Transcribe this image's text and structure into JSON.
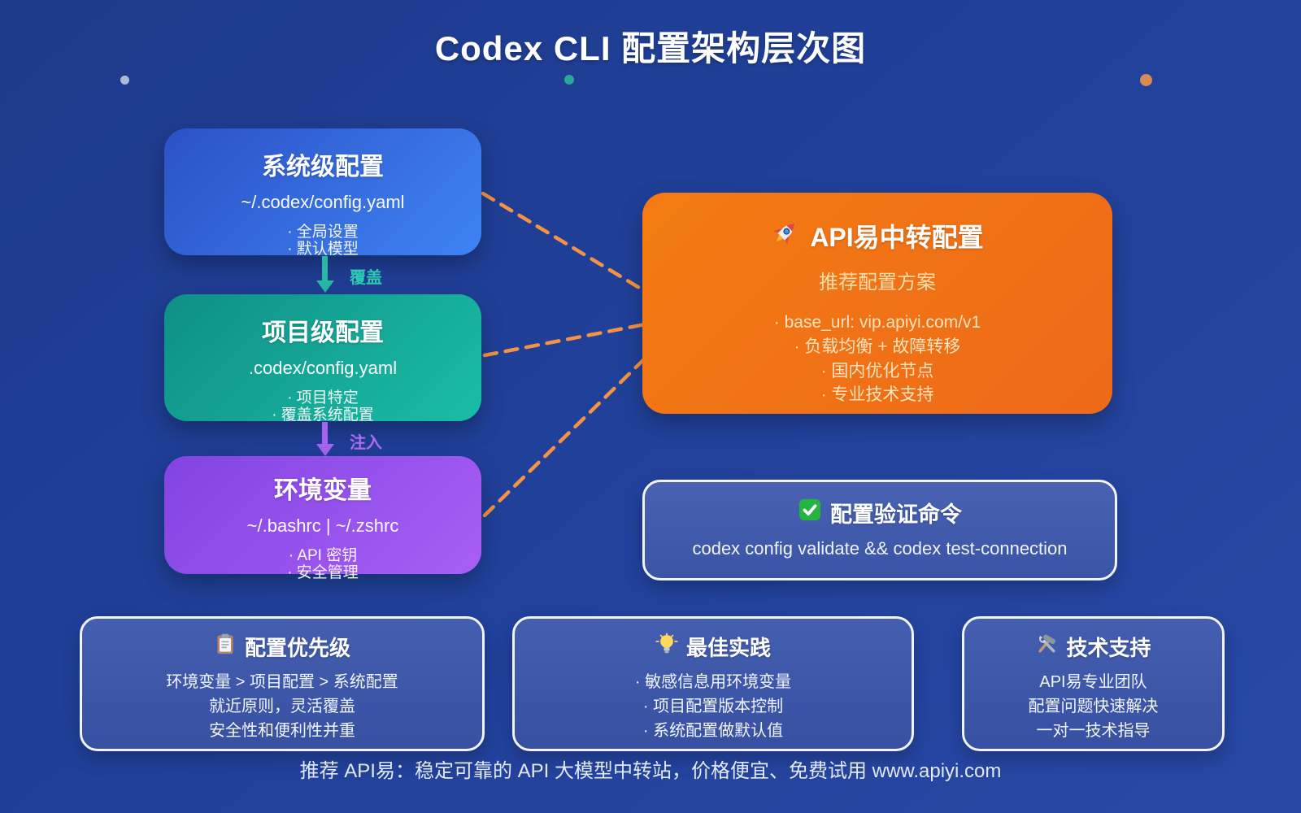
{
  "page": {
    "title": "Codex CLI 配置架构层次图",
    "footer": "推荐 API易：稳定可靠的 API 大模型中转站，价格便宜、免费试用 www.apiyi.com"
  },
  "colors": {
    "background": "#20409a",
    "node_system": "#3f83f4",
    "node_project": "#1abda6",
    "node_env": "#a95ef6",
    "node_api": "#f47b12",
    "connector_dashed": "#f59342",
    "arrow_override": "#27b9a4",
    "arrow_inject": "#a564ef",
    "panel_border": "#f2f4fa"
  },
  "hierarchy": {
    "system": {
      "title": "系统级配置",
      "path": "~/.codex/config.yaml",
      "bullets": [
        "· 全局设置",
        "· 默认模型"
      ]
    },
    "project": {
      "title": "项目级配置",
      "path": ".codex/config.yaml",
      "bullets": [
        "· 项目特定",
        "· 覆盖系统配置"
      ]
    },
    "env": {
      "title": "环境变量",
      "path": "~/.bashrc | ~/.zshrc",
      "bullets": [
        "· API 密钥",
        "· 安全管理"
      ]
    },
    "flow": {
      "override_label": "覆盖",
      "inject_label": "注入"
    }
  },
  "api_box": {
    "icon": "rocket-emoji",
    "title": "API易中转配置",
    "subtitle": "推荐配置方案",
    "bullets": [
      "· base_url: vip.apiyi.com/v1",
      "· 负载均衡 + 故障转移",
      "· 国内优化节点",
      "· 专业技术支持"
    ]
  },
  "validate_box": {
    "icon": "check-emoji",
    "title": "配置验证命令",
    "command": "codex config validate && codex test-connection"
  },
  "info_panels": [
    {
      "icon": "clipboard-emoji",
      "title": "配置优先级",
      "lines": [
        "环境变量 > 项目配置 > 系统配置",
        "就近原则，灵活覆盖",
        "安全性和便利性并重"
      ]
    },
    {
      "icon": "bulb-emoji",
      "title": "最佳实践",
      "lines": [
        "· 敏感信息用环境变量",
        "· 项目配置版本控制",
        "· 系统配置做默认值"
      ]
    },
    {
      "icon": "tools-emoji",
      "title": "技术支持",
      "lines": [
        "API易专业团队",
        "配置问题快速解决",
        "一对一技术指导"
      ]
    }
  ]
}
